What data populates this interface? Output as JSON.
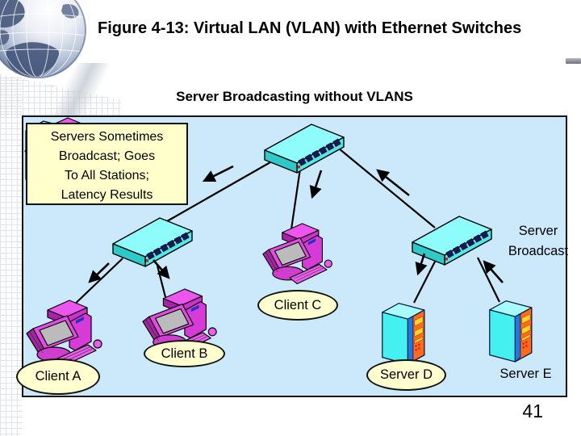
{
  "slide": {
    "title": "Figure 4-13: Virtual LAN (VLAN) with Ethernet Switches",
    "page_number": "41",
    "logo": "globe"
  },
  "diagram": {
    "heading": "Server Broadcasting without VLANS",
    "note_box": {
      "lines": [
        "Servers Sometimes",
        "Broadcast; Goes",
        "To All Stations;",
        "Latency Results"
      ]
    },
    "labels": {
      "client_a": "Client A",
      "client_b": "Client B",
      "client_c": "Client C",
      "server_d": "Server D",
      "server_e": "Server E",
      "server_broadcast_line1": "Server",
      "server_broadcast_line2": "Broadcast"
    },
    "devices": {
      "switches": [
        "top-switch",
        "left-switch",
        "right-switch"
      ],
      "workstations": [
        "client-a",
        "client-b",
        "client-c"
      ],
      "servers": [
        "server-d",
        "server-e"
      ]
    },
    "colors": {
      "diagram_background": "#cbe9fb",
      "note_fill": "#ffffcc",
      "label_fill": "#ffffd0",
      "switch_cyan": "#8ffcfc",
      "workstation_magenta": "#e24ce2",
      "server_cyan": "#44f0f0",
      "server_panel_orange": "#ff6a1e",
      "line_color": "#000000"
    }
  }
}
